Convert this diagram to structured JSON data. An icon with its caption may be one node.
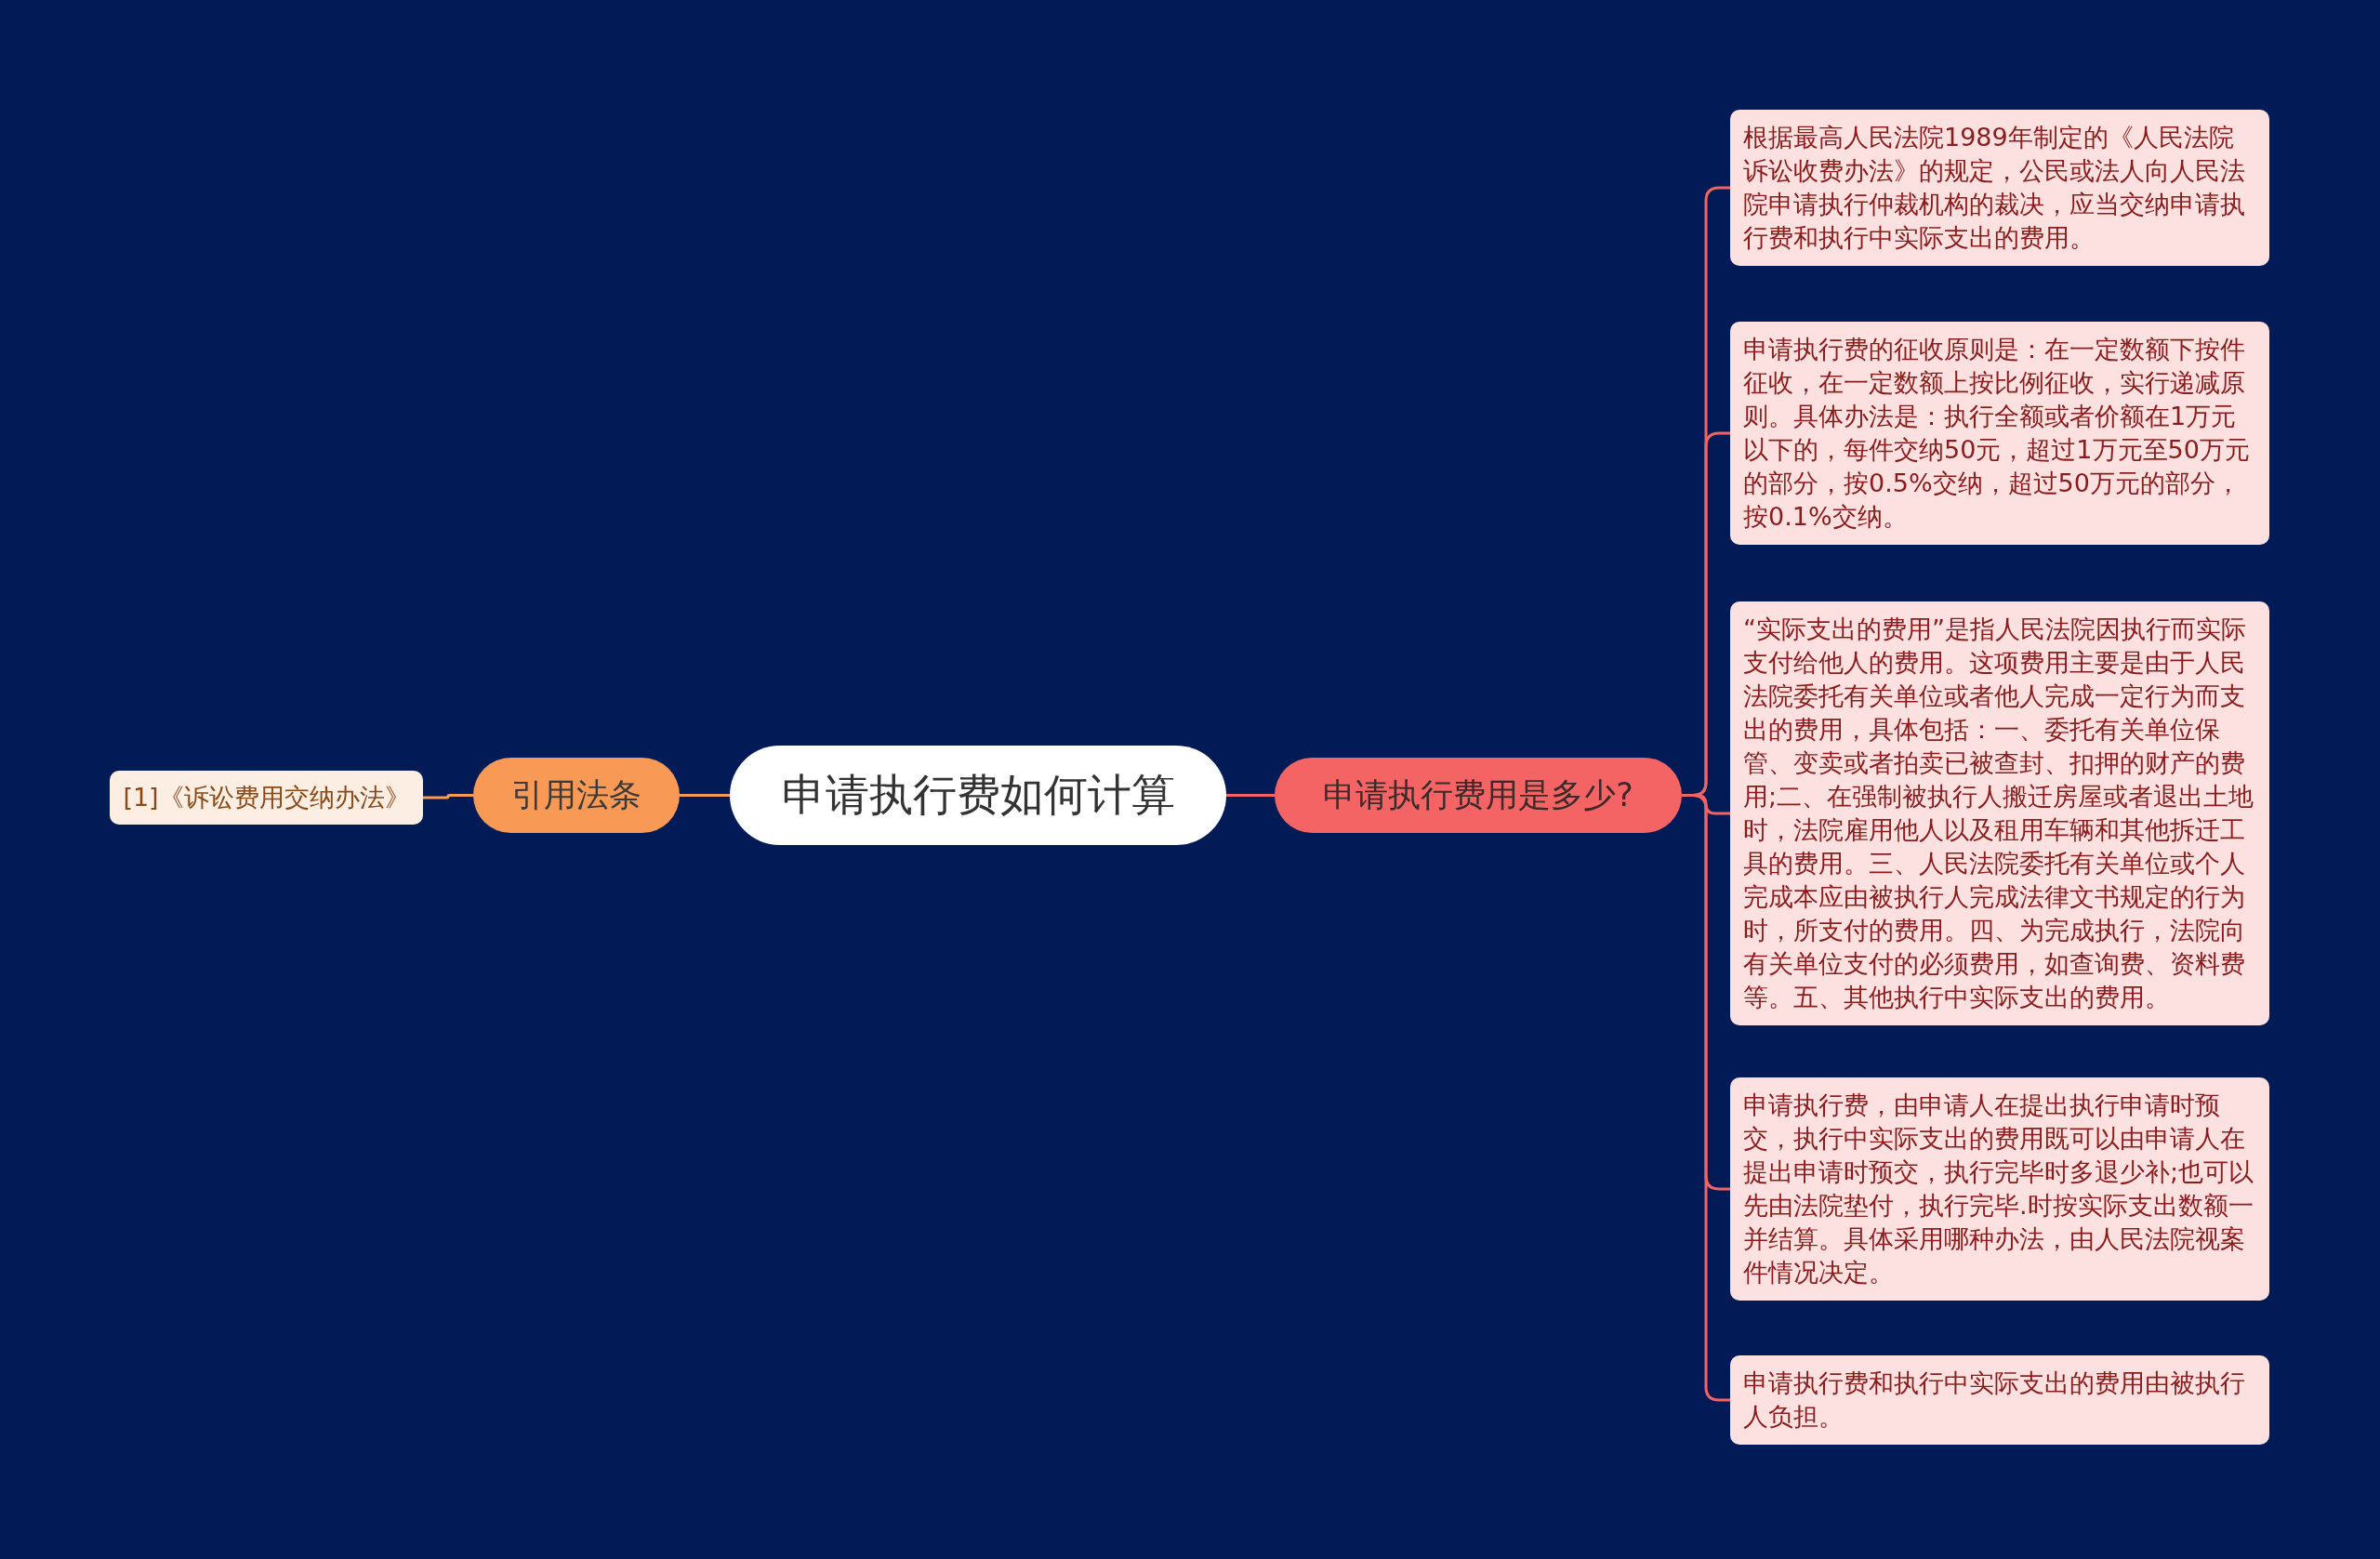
{
  "diagram": {
    "nodes": [
      {
        "text": [
          "申请执行费如何计算"
        ]
      },
      {
        "text": [
          "引用法条"
        ]
      },
      {
        "text": [
          "[1]《诉讼费用交纳办法》"
        ]
      },
      {
        "text": [
          "申请执行费用是多少?"
        ]
      },
      {
        "text": [
          "根据最高人民法院1989年制定的《人民法院诉讼收费办法》的规定，公民或法人向人民法院申请执行仲裁机构的裁决，应当交纳申请执行费和执行中实际支出的费用。"
        ]
      },
      {
        "text": [
          "申请执行费的征收原则是：在一定数额下按件征收，在一定数额上按比例征收，实行递减原则。具体办法是：执行全额或者价额在1万元以下的，每件交纳50元，超过1万元至50万元的部分，按0.5%交纳，超过50万元的部分，按0.1%交纳。"
        ]
      },
      {
        "text": [
          "“实际支出的费用”是指人民法院因执行而实际支付给他人的费用。这项费用主要是由于人民法院委托有关单位或者他人完成一定行为而支出的费用，具体包括：一、委托有关单位保管、变卖或者拍卖已被查封、扣押的财产的费用;二、在强制被执行人搬迁房屋或者退出土地时，法院雇用他人以及租用车辆和其他拆迁工具的费用。三、人民法院委托有关单位或个人完成本应由被执行人完成法律文书规定的行为时，所支付的费用。四、为完成执行，法院向有关单位支付的必须费用，如查询费、资料费等。五、其他执行中实际支出的费用。"
        ]
      },
      {
        "text": [
          "申请执行费，由申请人在提出执行申请时预交，执行中实际支出的费用既可以由申请人在提出申请时预交，执行完毕时多退少补;也可以先由法院垫付，执行完毕.时按实际支出数额一并结算。具体采用哪种办法，由人民法院视案件情况决定。"
        ]
      },
      {
        "text": [
          "申请执行费和执行中实际支出的费用由被执行人负担。"
        ]
      }
    ],
    "edges": [
      {
        "from": 0,
        "to": 1,
        "arrow": "none",
        "color": "#f79a55"
      },
      {
        "from": 1,
        "to": 2,
        "arrow": "none",
        "color": "#f79a55"
      },
      {
        "from": 0,
        "to": 3,
        "arrow": "none"
      },
      {
        "from": 3,
        "to": 4,
        "arrow": "none"
      },
      {
        "from": 3,
        "to": 5,
        "arrow": "none"
      },
      {
        "from": 3,
        "to": 6,
        "arrow": "none"
      },
      {
        "from": 3,
        "to": 7,
        "arrow": "none"
      },
      {
        "from": 3,
        "to": 8,
        "arrow": "none"
      }
    ]
  }
}
